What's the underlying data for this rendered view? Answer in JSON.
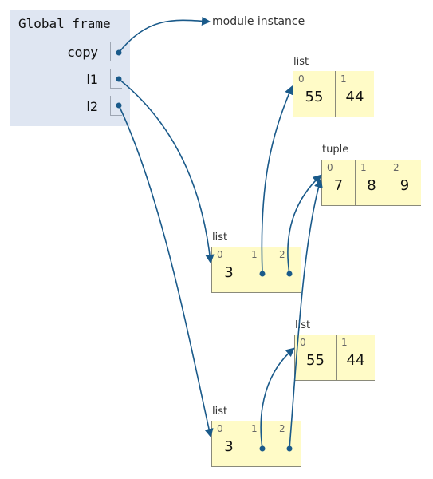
{
  "frame": {
    "title": "Global frame",
    "variables": [
      {
        "name": "copy"
      },
      {
        "name": "l1"
      },
      {
        "name": "l2"
      }
    ]
  },
  "copy_target": "module instance",
  "heap": [
    {
      "id": "list_a",
      "type_label": "list",
      "cells": [
        {
          "index": "0",
          "value": "55"
        },
        {
          "index": "1",
          "value": "44"
        }
      ]
    },
    {
      "id": "tuple_t",
      "type_label": "tuple",
      "cells": [
        {
          "index": "0",
          "value": "7"
        },
        {
          "index": "1",
          "value": "8"
        },
        {
          "index": "2",
          "value": "9"
        }
      ]
    },
    {
      "id": "list_l1",
      "type_label": "list",
      "cells": [
        {
          "index": "0",
          "value": "3"
        },
        {
          "index": "1",
          "value": ""
        },
        {
          "index": "2",
          "value": ""
        }
      ]
    },
    {
      "id": "list_b",
      "type_label": "list",
      "cells": [
        {
          "index": "0",
          "value": "55"
        },
        {
          "index": "1",
          "value": "44"
        }
      ]
    },
    {
      "id": "list_l2",
      "type_label": "list",
      "cells": [
        {
          "index": "0",
          "value": "3"
        },
        {
          "index": "1",
          "value": ""
        },
        {
          "index": "2",
          "value": ""
        }
      ]
    }
  ],
  "colors": {
    "pointer": "#1a5a8a",
    "frame_bg": "#dfe6f2",
    "heap_bg": "#fffbc7"
  }
}
